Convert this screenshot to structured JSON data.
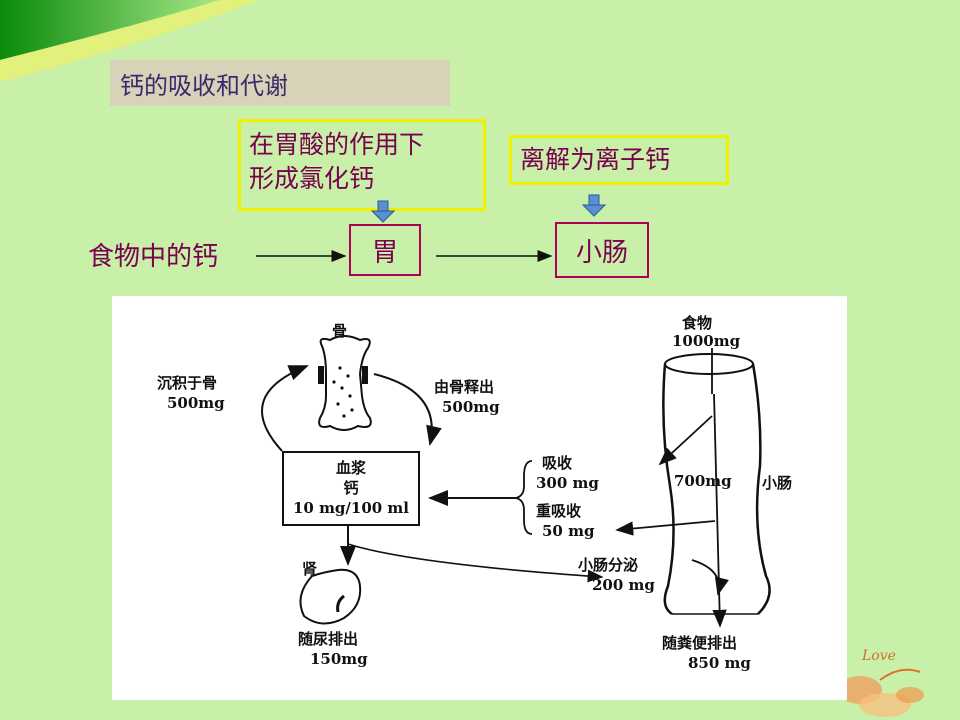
{
  "title": "钙的吸收和代谢",
  "flow": {
    "food_calcium": "食物中的钙",
    "stomach": "胃",
    "small_intestine": "小肠",
    "note_stomach_line1": "在胃酸的作用下",
    "note_stomach_line2": "形成氯化钙",
    "note_intestine": "离解为离子钙"
  },
  "diagram": {
    "bone": "骨",
    "deposit_label": "沉积于骨",
    "deposit_value": "500mg",
    "release_label": "由骨释出",
    "release_value": "500mg",
    "plasma_title": "血浆",
    "plasma_calcium": "钙",
    "plasma_conc": "10 mg/100 ml",
    "kidney": "肾",
    "urine_label": "随尿排出",
    "urine_value": "150mg",
    "food_label": "食物",
    "food_value": "1000mg",
    "absorb_label": "吸收",
    "absorb_value": "300 mg",
    "reabsorb_label": "重吸收",
    "reabsorb_value": "50 mg",
    "intestine_value": "700mg",
    "intestine_label": "小肠",
    "secrete_label": "小肠分泌",
    "secrete_value": "200 mg",
    "feces_label": "随粪便排出",
    "feces_value": "850 mg"
  },
  "decoration": {
    "love_text": "Love"
  },
  "colors": {
    "background": "#c8f0a8",
    "accent_green": "#1a9a1a",
    "text_purple": "#7a0050",
    "note_border": "#f0f000",
    "organ_border": "#b0005a"
  }
}
